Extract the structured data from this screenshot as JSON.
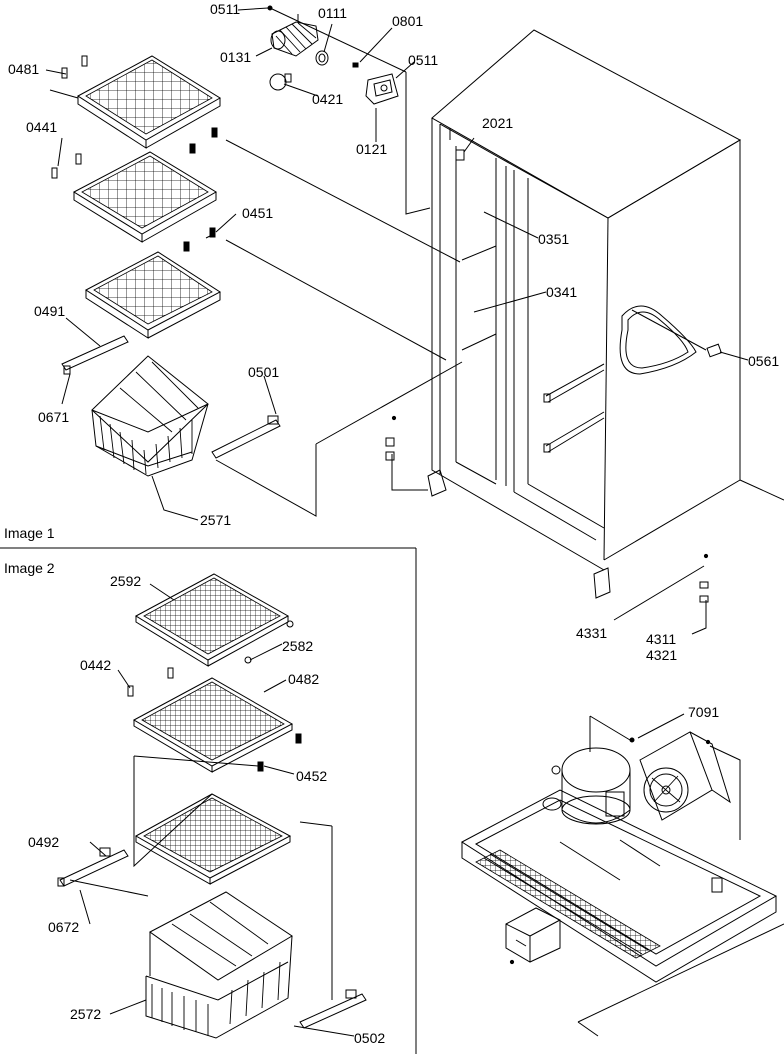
{
  "section_labels": {
    "image1": "Image 1",
    "image2": "Image 2"
  },
  "part_labels": {
    "p0511a": "0511",
    "p0111": "0111",
    "p0801": "0801",
    "p0131": "0131",
    "p0511b": "0511",
    "p0421": "0421",
    "p0121": "0121",
    "p0481": "0481",
    "p0441": "0441",
    "p2021": "2021",
    "p0451": "0451",
    "p0351": "0351",
    "p0341": "0341",
    "p0491": "0491",
    "p0561": "0561",
    "p0501": "0501",
    "p0671": "0671",
    "p2571": "2571",
    "p4331": "4331",
    "p4311": "4311",
    "p4321": "4321",
    "p2592": "2592",
    "p2582": "2582",
    "p0442": "0442",
    "p0482": "0482",
    "p7091": "7091",
    "p0452": "0452",
    "p0492": "0492",
    "p0672": "0672",
    "p2572": "2572",
    "p0502": "0502"
  }
}
